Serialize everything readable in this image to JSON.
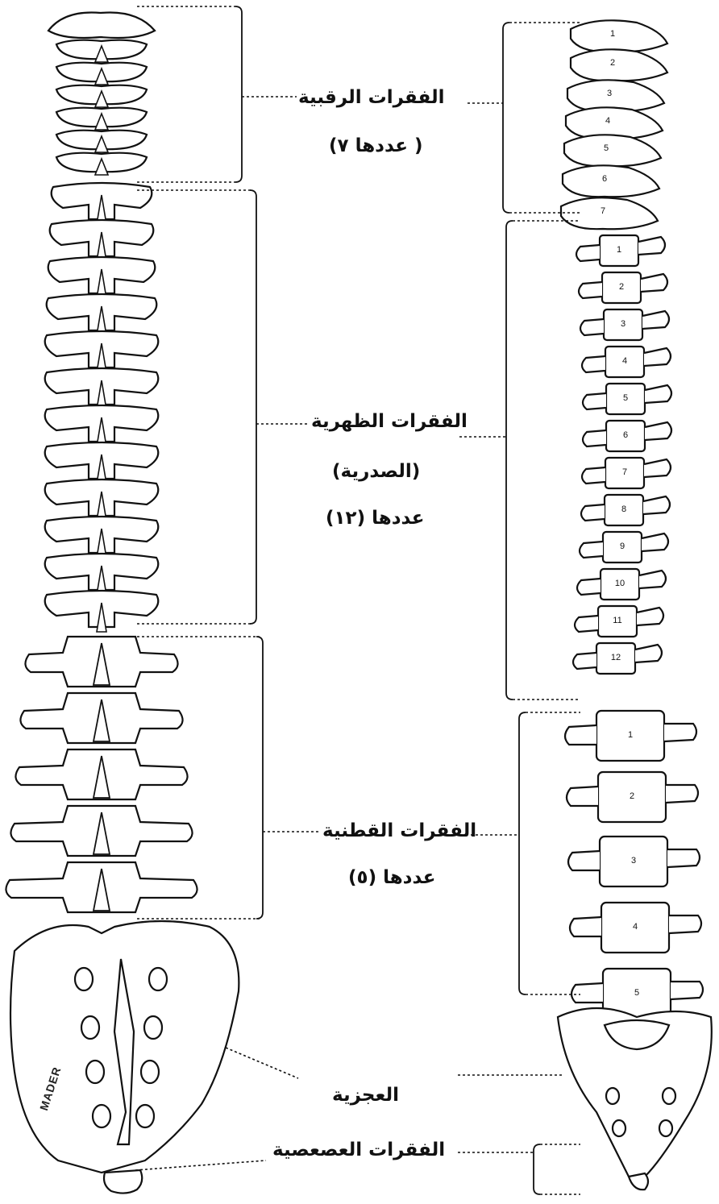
{
  "labels": {
    "cervical_title": "الفقرات الرقبية",
    "cervical_count": "( عددها ٧)",
    "thoracic_title": "الفقرات الظهرية",
    "thoracic_subtitle": "(الصدرية)",
    "thoracic_count": "عددها (١٢)",
    "lumbar_title": "الفقرات القطنية",
    "lumbar_count": "عددها (٥)",
    "sacrum_title": "العجزية",
    "coccyx_title": "الفقرات العصعصية"
  },
  "lateral_view": {
    "cervical_numbers": [
      "1",
      "2",
      "3",
      "4",
      "5",
      "6",
      "7"
    ],
    "thoracic_numbers": [
      "1",
      "2",
      "3",
      "4",
      "5",
      "6",
      "7",
      "8",
      "9",
      "10",
      "11",
      "12"
    ],
    "lumbar_numbers": [
      "1",
      "2",
      "3",
      "4",
      "5"
    ]
  },
  "signature": "MADER",
  "colors": {
    "ink": "#111111",
    "paper": "#ffffff"
  }
}
